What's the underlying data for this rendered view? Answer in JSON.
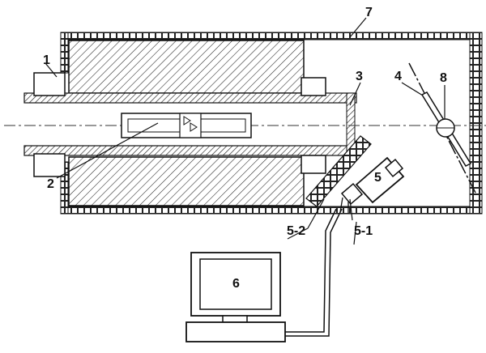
{
  "labels": {
    "l1": "1",
    "l2": "2",
    "l3": "3",
    "l4": "4",
    "l5": "5",
    "l5_1": "5-1",
    "l5_2": "5-2",
    "l6": "6",
    "l7": "7",
    "l8": "8"
  }
}
